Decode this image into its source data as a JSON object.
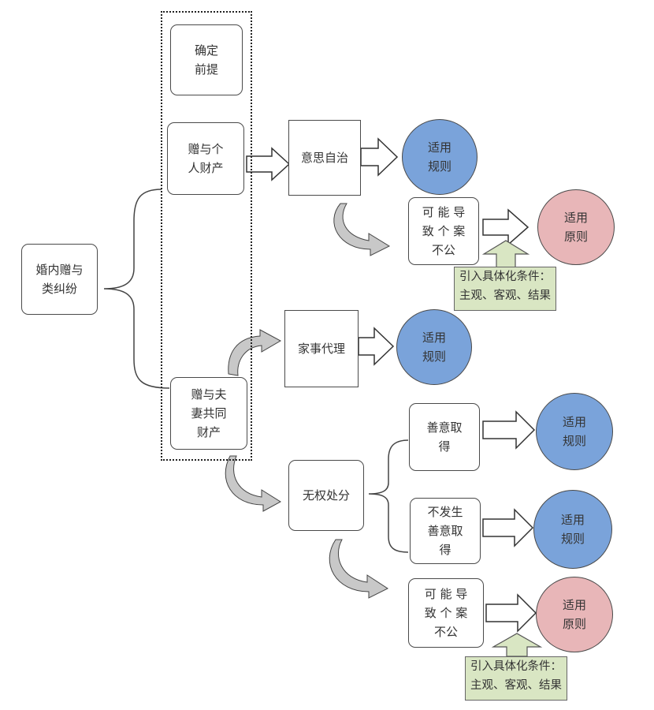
{
  "nodes": {
    "root": "婚内赠与\n类纠纷",
    "premise": "确定\n前提",
    "gift_personal": "赠与个\n人财产",
    "gift_common": "赠与夫\n妻共同\n财产",
    "autonomy": "意思自治",
    "unfair_1": "可 能 导\n致 个 案\n不公",
    "agency": "家事代理",
    "unauthorized": "无权处分",
    "good_faith": "善意取\n得",
    "no_good_faith": "不发生\n善意取\n得",
    "unfair_2": "可 能 导\n致 个 案\n不公"
  },
  "outcomes": {
    "rule_1": "适用\n规则",
    "principle_1": "适用\n原则",
    "rule_2": "适用\n规则",
    "rule_3": "适用\n规则",
    "rule_4": "适用\n规则",
    "principle_2": "适用\n原则"
  },
  "notes": {
    "conditions_1": "引入具体化条件：\n主观、客观、结果",
    "conditions_2": "引入具体化条件：\n主观、客观、结果"
  },
  "colors": {
    "rule_fill": "#7aa3da",
    "principle_fill": "#e8b6b8",
    "note_fill": "#d9e6c3",
    "curved_arrow_fill": "#c8c8c8"
  }
}
